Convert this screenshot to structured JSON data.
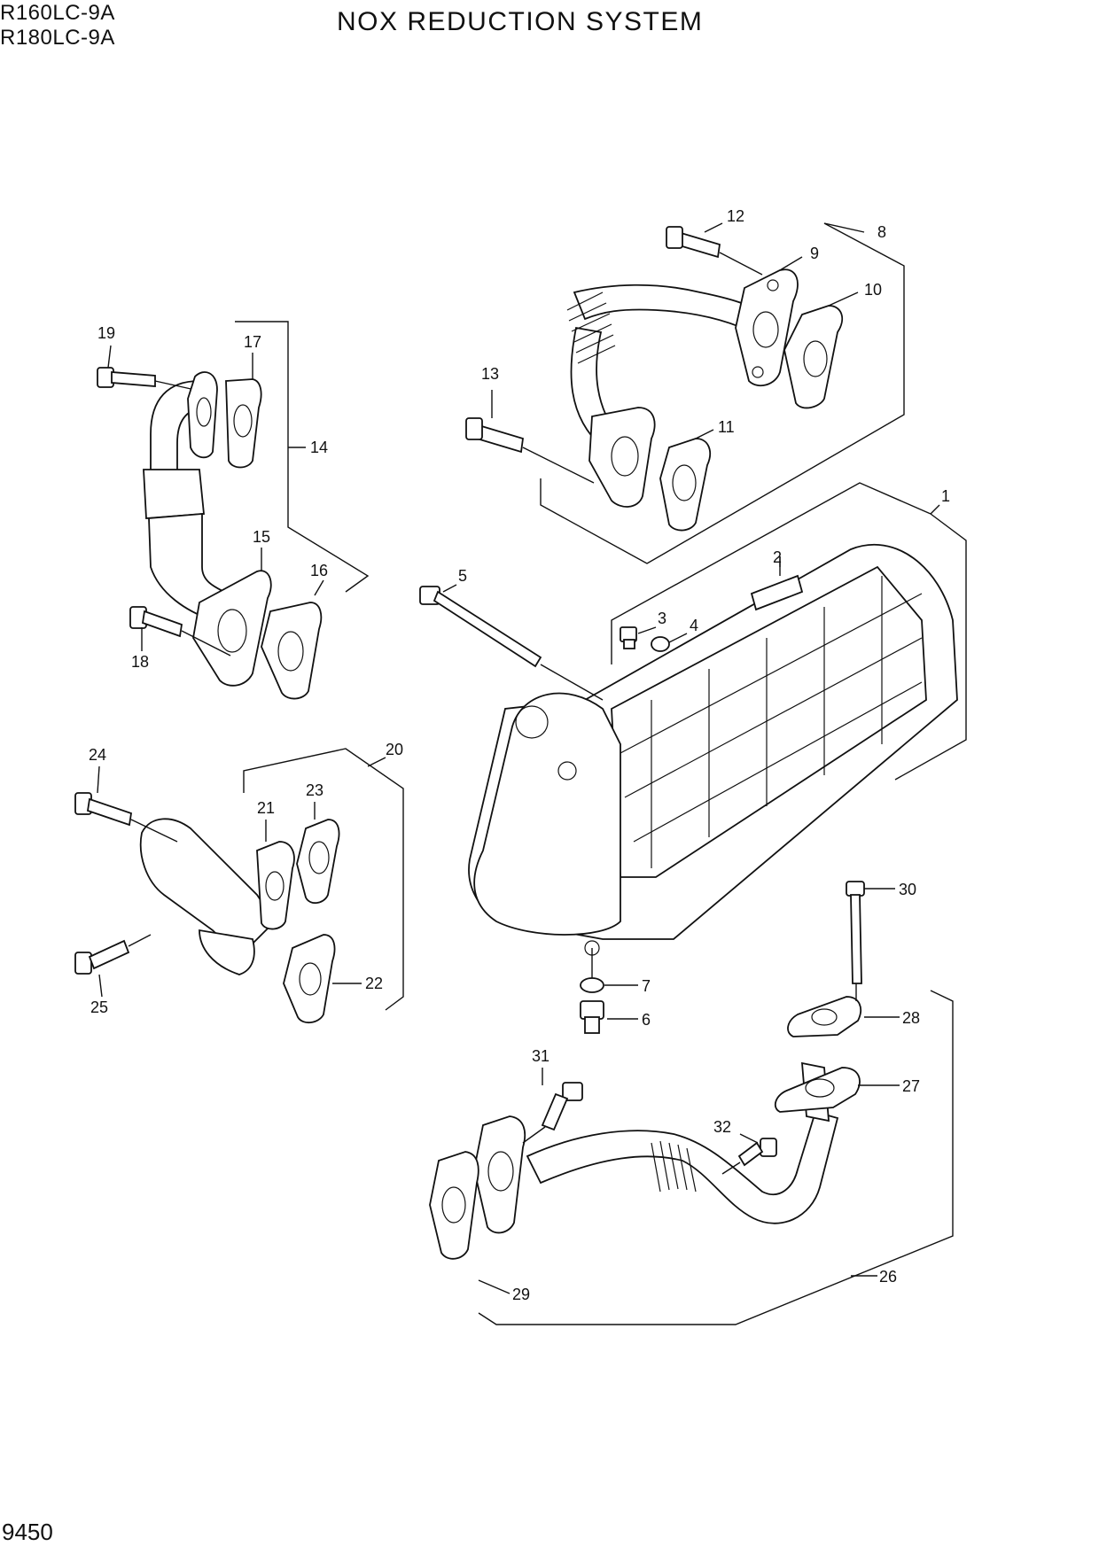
{
  "header": {
    "models": [
      "R160LC-9A",
      "R180LC-9A"
    ],
    "title": "NOX REDUCTION SYSTEM"
  },
  "footer": {
    "page_number": "9450"
  },
  "callouts": [
    "1",
    "2",
    "3",
    "4",
    "5",
    "6",
    "7",
    "8",
    "9",
    "10",
    "11",
    "12",
    "13",
    "14",
    "15",
    "16",
    "17",
    "18",
    "19",
    "20",
    "21",
    "22",
    "23",
    "24",
    "25",
    "26",
    "27",
    "28",
    "29",
    "30",
    "31",
    "32"
  ]
}
